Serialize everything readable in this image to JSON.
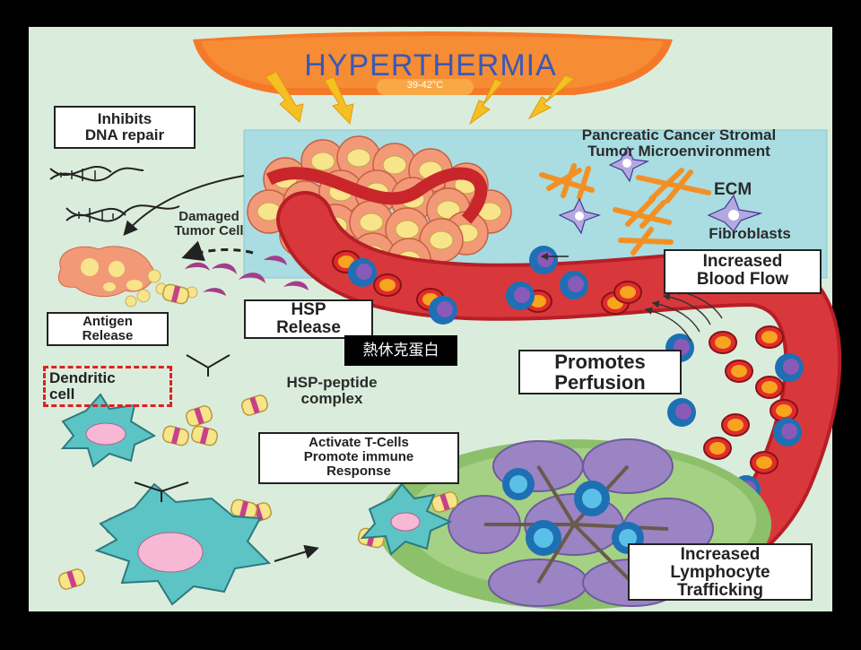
{
  "header": {
    "title": "HYPERTHERMIA",
    "temp_range": "39-42°C"
  },
  "labels": {
    "inhibits_dna_line1": "Inhibits",
    "inhibits_dna_line2": "DNA repair",
    "damaged_tumor_line1": "Damaged",
    "damaged_tumor_line2": "Tumor Cell",
    "stroma_line1": "Pancreatic Cancer Stromal",
    "stroma_line2": "Tumor Microenvironment",
    "ecm": "ECM",
    "fibroblasts": "Fibroblasts",
    "increased_blood_flow_line1": "Increased",
    "increased_blood_flow_line2": "Blood Flow",
    "antigen_release_line1": "Antigen",
    "antigen_release_line2": "Release",
    "hsp_release_line1": "HSP",
    "hsp_release_line2": "Release",
    "chinese_caption": "熱休克蛋白",
    "dendritic_line1": "Dendritic",
    "dendritic_line2": "cell",
    "hsp_peptide_line1": "HSP-peptide",
    "hsp_peptide_line2": "complex",
    "promotes_perfusion_line1": "Promotes",
    "promotes_perfusion_line2": "Perfusion",
    "activate_line1": "Activate T-Cells",
    "activate_line2": "Promote immune",
    "activate_line3": "Response",
    "lymphocyte_line1": "Increased",
    "lymphocyte_line2": "Lymphocyte",
    "lymphocyte_line3": "Trafficking"
  },
  "colors": {
    "background": "#d7ecd9",
    "hyperthermia_fill": "#f47a2a",
    "vessel_red": "#c8262b",
    "tumor_cell_fill": "#f29a78",
    "nucleus_yellow": "#f8e48a",
    "stroma_box": "#a9dde2",
    "dendritic_fill": "#5cc4c4",
    "dendritic_nucleus": "#f6b8d4",
    "lymph_node_purple": "#9a84c4",
    "lymph_node_green": "#8cc06a",
    "highlight_dash": "#e02020"
  }
}
